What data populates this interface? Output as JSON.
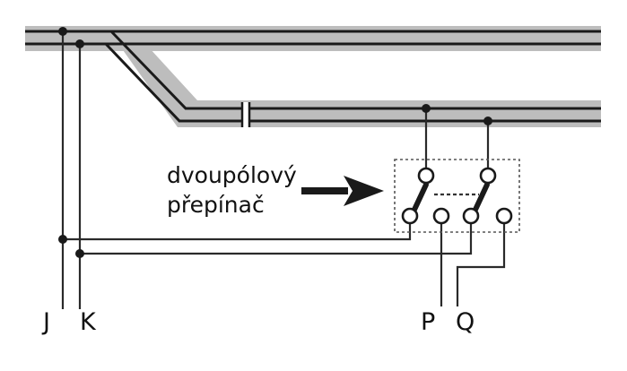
{
  "caption": {
    "line1": "dvoupólový",
    "line2": "přepínač"
  },
  "terminals": {
    "j": "J",
    "k": "K",
    "p": "P",
    "q": "Q"
  },
  "colors": {
    "track_bed": "#bdbdbd",
    "rail": "#1a1a1a",
    "wire": "#2a2a2a",
    "background": "#ffffff"
  },
  "icons": {
    "arrow": "right-arrow-icon",
    "switch": "double-pole-switch-icon"
  }
}
